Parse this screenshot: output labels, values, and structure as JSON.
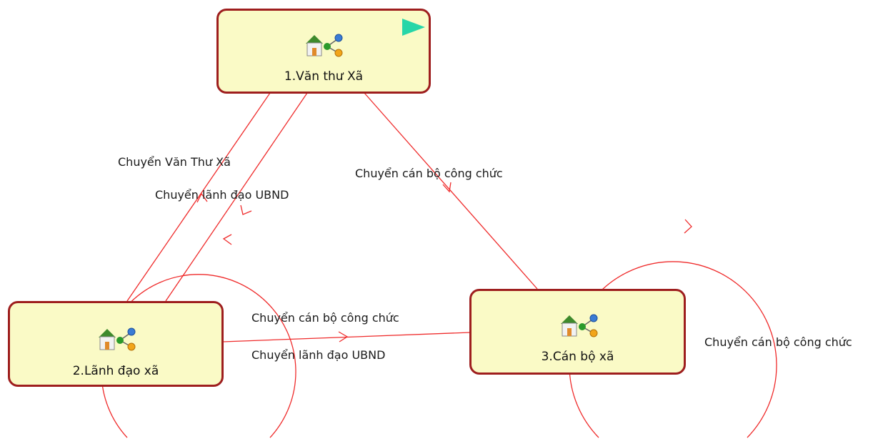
{
  "nodes": [
    {
      "id": "n1",
      "label": "1.Văn thư Xã",
      "icon": "house-flow-icon"
    },
    {
      "id": "n2",
      "label": "2.Lãnh đạo xã",
      "icon": "house-flow-icon"
    },
    {
      "id": "n3",
      "label": "3.Cán bộ xã",
      "icon": "house-flow-icon"
    }
  ],
  "start_marker": {
    "icon": "play-triangle-icon",
    "color": "#27d6a8"
  },
  "edges": [
    {
      "from": "n2",
      "to": "n1",
      "label": "Chuyển Văn Thư Xã"
    },
    {
      "from": "n1",
      "to": "n2",
      "label": "Chuyển lãnh đạo UBND"
    },
    {
      "from": "n1",
      "to": "n3",
      "label": "Chuyển cán bộ công chức"
    },
    {
      "from": "n2",
      "to": "n3",
      "label": "Chuyển cán bộ công chức"
    },
    {
      "from": "n2",
      "to": "n3",
      "label": "Chuyển lãnh đạo UBND"
    },
    {
      "from": "n2",
      "to": "n2",
      "label": ""
    },
    {
      "from": "n3",
      "to": "n3",
      "label": "Chuyển cán bộ công chức"
    }
  ],
  "colors": {
    "edge": "#ef2b2b",
    "node_fill": "#fafac6",
    "node_border": "#9e1e1e"
  }
}
